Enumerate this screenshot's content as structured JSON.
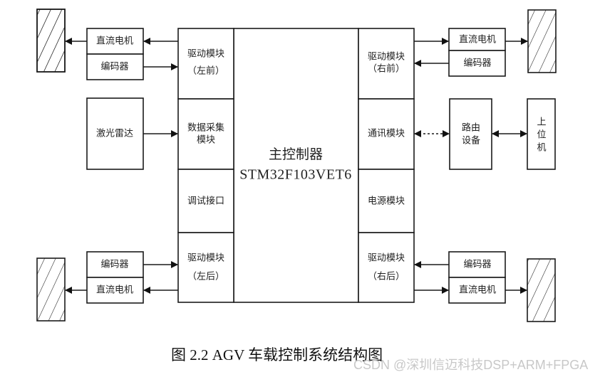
{
  "diagram": {
    "main_controller": {
      "title": "主控制器",
      "model": "STM32F103VET6"
    },
    "left_modules": [
      {
        "id": "drive-front-left",
        "lines": [
          "驱动模块",
          "（左前）"
        ]
      },
      {
        "id": "data-acquisition",
        "lines": [
          "数据采集",
          "模块"
        ]
      },
      {
        "id": "debug-interface",
        "lines": [
          "调试接口"
        ]
      },
      {
        "id": "drive-rear-left",
        "lines": [
          "驱动模块",
          "（左后）"
        ]
      }
    ],
    "right_modules": [
      {
        "id": "drive-front-right",
        "lines": [
          "驱动模块",
          "（右前）"
        ]
      },
      {
        "id": "comm-module",
        "lines": [
          "通讯模块"
        ]
      },
      {
        "id": "power-module",
        "lines": [
          "电源模块"
        ]
      },
      {
        "id": "drive-rear-right",
        "lines": [
          "驱动模块",
          "（右后）"
        ]
      }
    ],
    "peripherals": {
      "dc_motor": "直流电机",
      "encoder": "编码器",
      "lidar": "激光雷达",
      "router": [
        "路由",
        "设备"
      ],
      "host_pc": [
        "上",
        "位",
        "机"
      ]
    },
    "wheel_icon": "hatched-wheel"
  },
  "caption": "图 2.2 AGV 车载控制系统结构图",
  "watermark": "CSDN @深圳信迈科技DSP+ARM+FPGA"
}
